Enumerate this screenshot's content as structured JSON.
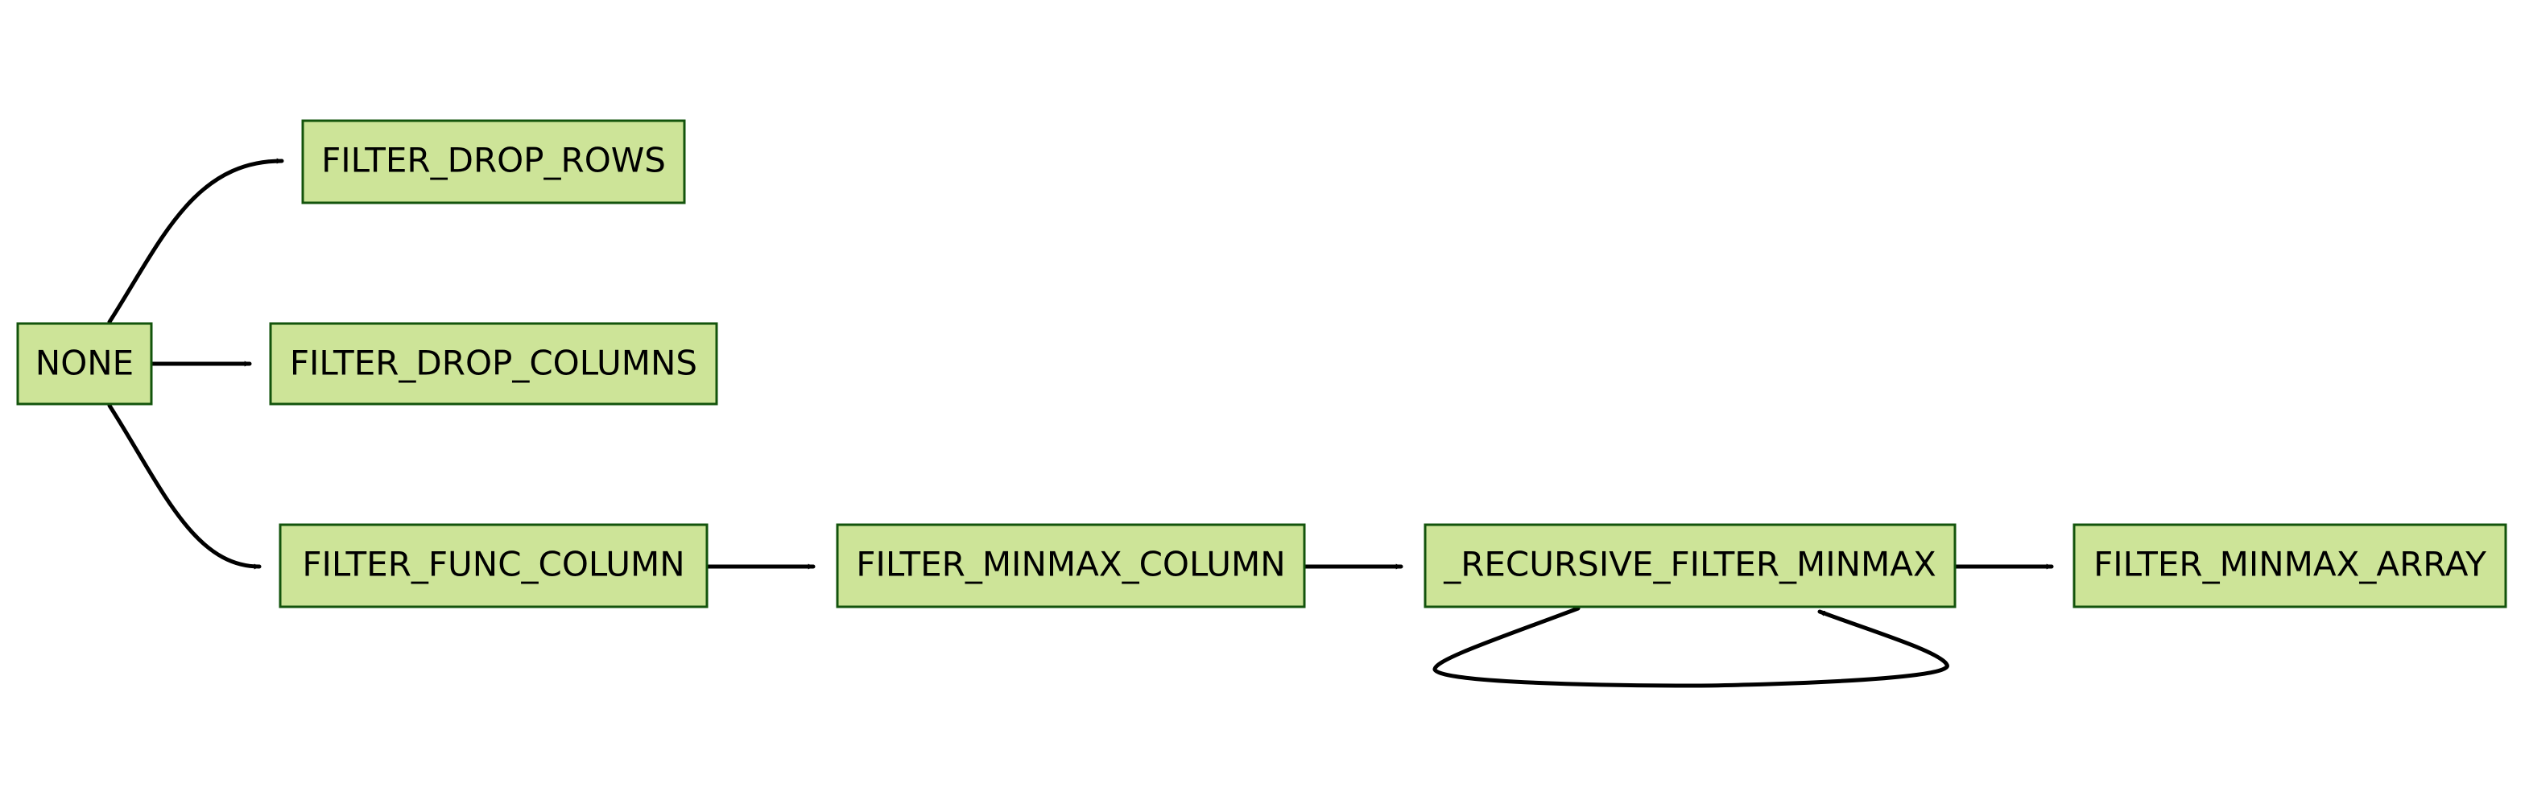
{
  "diagram": {
    "colors": {
      "node_fill": "#cde498",
      "node_stroke": "#13540c",
      "text": "#000000",
      "edge": "#000000"
    },
    "nodes": {
      "none": "NONE",
      "filter_drop_rows": "FILTER_DROP_ROWS",
      "filter_drop_columns": "FILTER_DROP_COLUMNS",
      "filter_func_column": "FILTER_FUNC_COLUMN",
      "filter_minmax_column": "FILTER_MINMAX_COLUMN",
      "recursive_filter_minmax": "_RECURSIVE_FILTER_MINMAX",
      "filter_minmax_array": "FILTER_MINMAX_ARRAY"
    },
    "edges": [
      {
        "from": "none",
        "to": "filter_drop_rows"
      },
      {
        "from": "none",
        "to": "filter_drop_columns"
      },
      {
        "from": "none",
        "to": "filter_func_column"
      },
      {
        "from": "filter_func_column",
        "to": "filter_minmax_column"
      },
      {
        "from": "filter_minmax_column",
        "to": "recursive_filter_minmax"
      },
      {
        "from": "recursive_filter_minmax",
        "to": "recursive_filter_minmax"
      },
      {
        "from": "recursive_filter_minmax",
        "to": "filter_minmax_array"
      }
    ]
  }
}
